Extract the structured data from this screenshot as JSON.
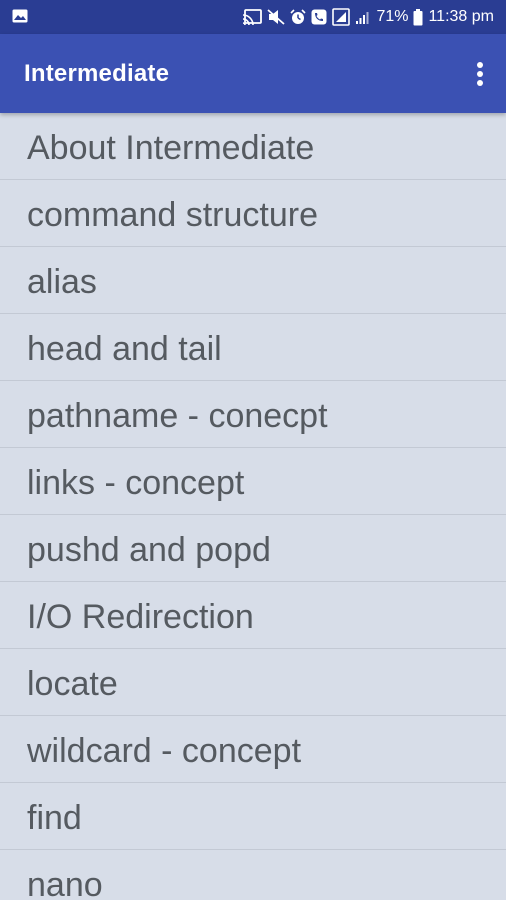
{
  "status_bar": {
    "battery_percent": "71%",
    "time": "11:38 pm",
    "icons": [
      "image-icon",
      "cast-icon",
      "mute-icon",
      "alarm-icon",
      "call-icon",
      "sim-icon",
      "signal-icon",
      "battery-icon"
    ]
  },
  "app_bar": {
    "title": "Intermediate",
    "overflow_icon": "more-vert-icon"
  },
  "colors": {
    "status_bar_bg": "#2a3d93",
    "app_bar_bg": "#3b51b3",
    "list_bg": "#d7dde8",
    "divider": "#c3c9d4",
    "item_text": "#555a60"
  },
  "list": {
    "items": [
      {
        "label": "About Intermediate"
      },
      {
        "label": "command structure"
      },
      {
        "label": "alias"
      },
      {
        "label": "head and tail"
      },
      {
        "label": "pathname - conecpt"
      },
      {
        "label": "links - concept"
      },
      {
        "label": "pushd and popd"
      },
      {
        "label": "I/O Redirection"
      },
      {
        "label": "locate"
      },
      {
        "label": "wildcard - concept"
      },
      {
        "label": "find"
      },
      {
        "label": "nano"
      }
    ]
  }
}
